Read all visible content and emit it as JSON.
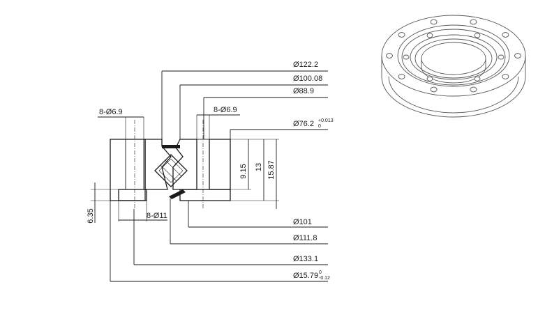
{
  "section_view": {
    "bolt_holes_top_left": "8-Ø6.9",
    "bolt_holes_top_right": "8-Ø6.9",
    "bolt_holes_bottom": "8-Ø11",
    "counterbore_depth": "6.35",
    "height_inner_small": "9.15",
    "height_inner": "13",
    "height_total": "15.87"
  },
  "diameters": {
    "d_122_2": "Ø122.2",
    "d_100_08": "Ø100.08",
    "d_88_9": "Ø88.9",
    "d_76_2": "Ø76.2",
    "d_76_2_tol_upper": "+0.013",
    "d_76_2_tol_lower": "0",
    "d_101": "Ø101",
    "d_111_8": "Ø111.8",
    "d_133_1": "Ø133.1",
    "d_15_79": "Ø15.79",
    "d_15_79_tol_upper": "0",
    "d_15_79_tol_lower": "-0.12"
  },
  "iso_view": {
    "bolt_hole_count": 16
  }
}
